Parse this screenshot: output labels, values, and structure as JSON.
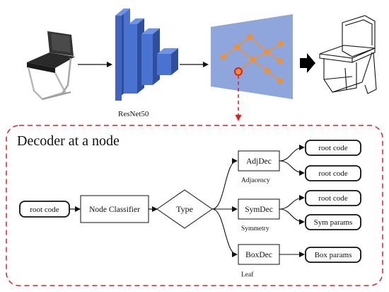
{
  "encoder": {
    "backbone_label": "ResNet50"
  },
  "decoder": {
    "title": "Decoder at a node",
    "input_label": "root code",
    "classifier_label": "Node Classifier",
    "type_label": "Type",
    "branches": {
      "adjacency": {
        "module": "AdjDec",
        "caption": "Adjacency",
        "outputs": [
          "root code",
          "root code"
        ]
      },
      "symmetry": {
        "module": "SymDec",
        "caption": "Symmetry",
        "outputs": [
          "root code",
          "Sym params"
        ]
      },
      "leaf": {
        "module": "BoxDec",
        "caption": "Leaf",
        "outputs": [
          "Box params"
        ]
      }
    }
  },
  "colors": {
    "cnn_front": "#4a72d0",
    "cnn_side": "#2d4f9e",
    "cnn_top": "#6f93e6",
    "feature_plane": "#8fa6dd",
    "tree_node": "#f4902a",
    "highlight": "#e02020",
    "dashed_border": "#e02020"
  }
}
